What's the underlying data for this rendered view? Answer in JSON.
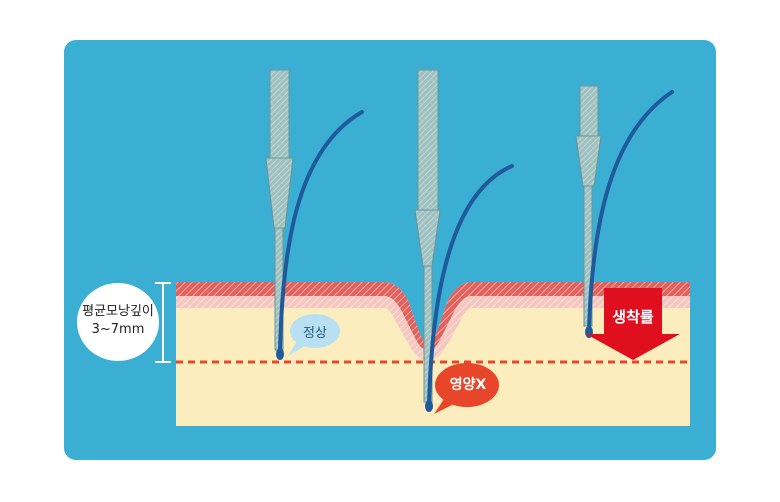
{
  "colors": {
    "background": "#3aaed3",
    "skin": "#fbedbe",
    "epidermis_red": "#e0625e",
    "epidermis_pink": "#f6c6c0",
    "needle": "#9ec0bf",
    "hair": "#1f5a9b",
    "depth_line": "#e8462a",
    "callout_normal": "#b9e0f2",
    "callout_nutrition": "#e8462a",
    "rate_arrow": "#e00f1f"
  },
  "depth_label": {
    "line1": "평균모낭깊이",
    "line2": "3~7mm"
  },
  "callouts": {
    "normal": "정상",
    "nutrition": "영양X",
    "survival_rate": "생착률"
  },
  "icons": {
    "implanter": "implanter-needle-icon",
    "hair": "hair-strand-icon",
    "arrow": "arrow-down-icon"
  }
}
